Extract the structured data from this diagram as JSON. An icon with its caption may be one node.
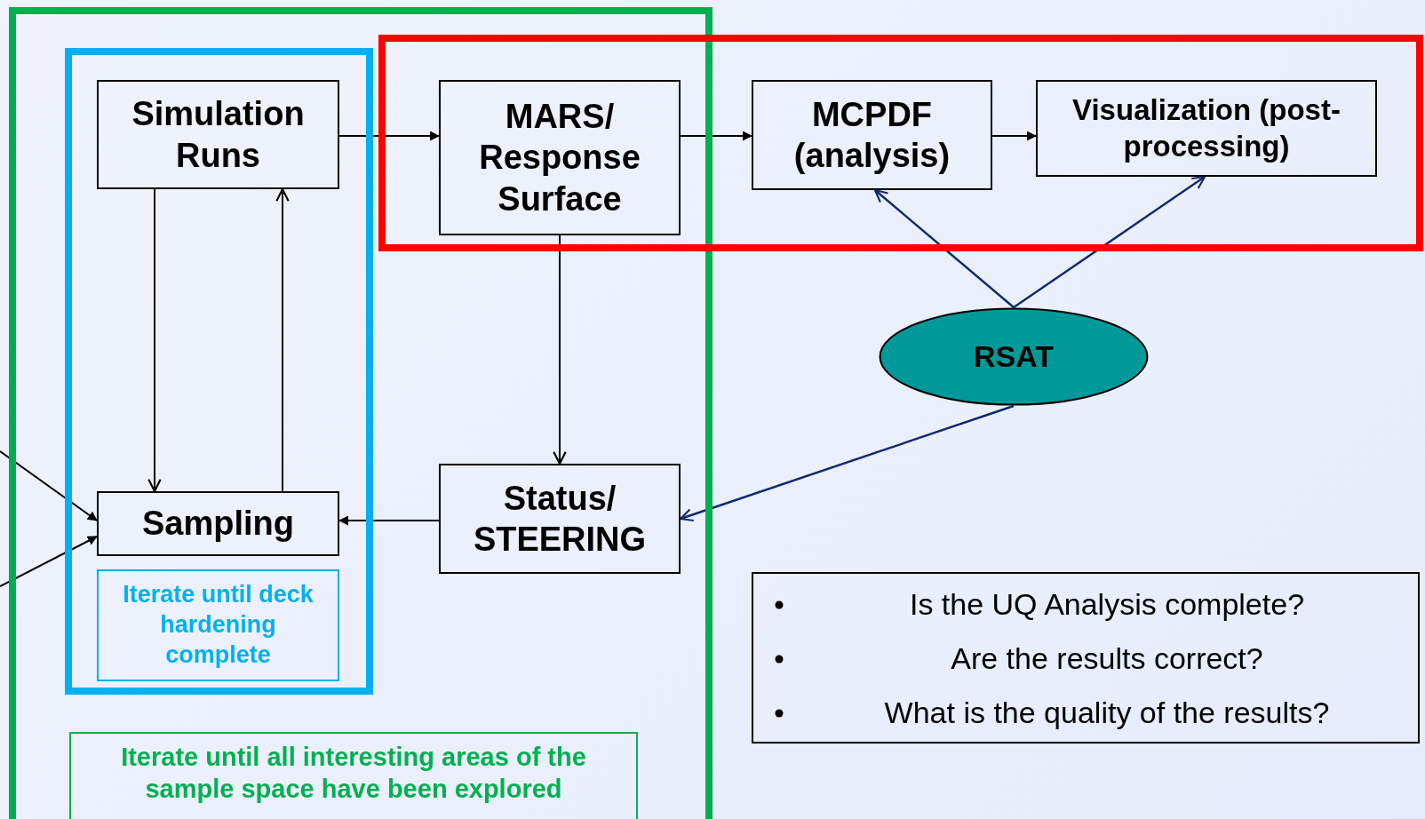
{
  "diagram": {
    "nodes": [
      {
        "text": [],
        "shape": "box"
      },
      {
        "text": [],
        "shape": "box",
        "in": 0
      },
      {
        "text": [],
        "shape": "box"
      },
      {
        "text": [
          "Simulation Runs"
        ],
        "in": 1
      },
      {
        "text": [
          "MARS/ Response Surface"
        ]
      },
      {
        "text": [
          "MCPDF (analysis)"
        ],
        "in": 2
      },
      {
        "text": [
          "Visualization (post-processing)"
        ],
        "in": 2
      },
      {
        "text": [
          "RSAT"
        ]
      },
      {
        "text": [
          "Status/ STEERING"
        ],
        "in": 0
      },
      {
        "text": [
          "Sampling"
        ],
        "in": 1
      },
      {
        "text": [
          "Iterate until deck hardening complete"
        ],
        "in": 1
      },
      {
        "text": [
          "Iterate until all interesting areas of the sample space have been explored"
        ],
        "in": 0
      },
      {
        "text": [
          "Is the UQ Analysis complete?",
          "Are the results correct?",
          "What is the quality of the results?"
        ]
      }
    ],
    "edges": [
      {
        "from": 3,
        "to": 4,
        "arrow": "to"
      },
      {
        "from": 4,
        "to": 5,
        "arrow": "to"
      },
      {
        "from": 5,
        "to": 6,
        "arrow": "to"
      },
      {
        "from": 4,
        "to": 8,
        "arrow": "to"
      },
      {
        "from": 8,
        "to": 9,
        "arrow": "to"
      },
      {
        "from": 3,
        "to": 9,
        "arrow": "to"
      },
      {
        "from": 9,
        "to": 3,
        "arrow": "to"
      },
      {
        "from": 7,
        "to": 5,
        "arrow": "to",
        "color": "#0d2a6b"
      },
      {
        "from": 7,
        "to": 6,
        "arrow": "to",
        "color": "#0d2a6b"
      },
      {
        "from": 7,
        "to": 8,
        "arrow": "to",
        "color": "#0d2a6b"
      },
      {
        "from": null,
        "to": 9,
        "arrow": "to"
      },
      {
        "from": null,
        "to": 9,
        "arrow": "to"
      }
    ]
  }
}
